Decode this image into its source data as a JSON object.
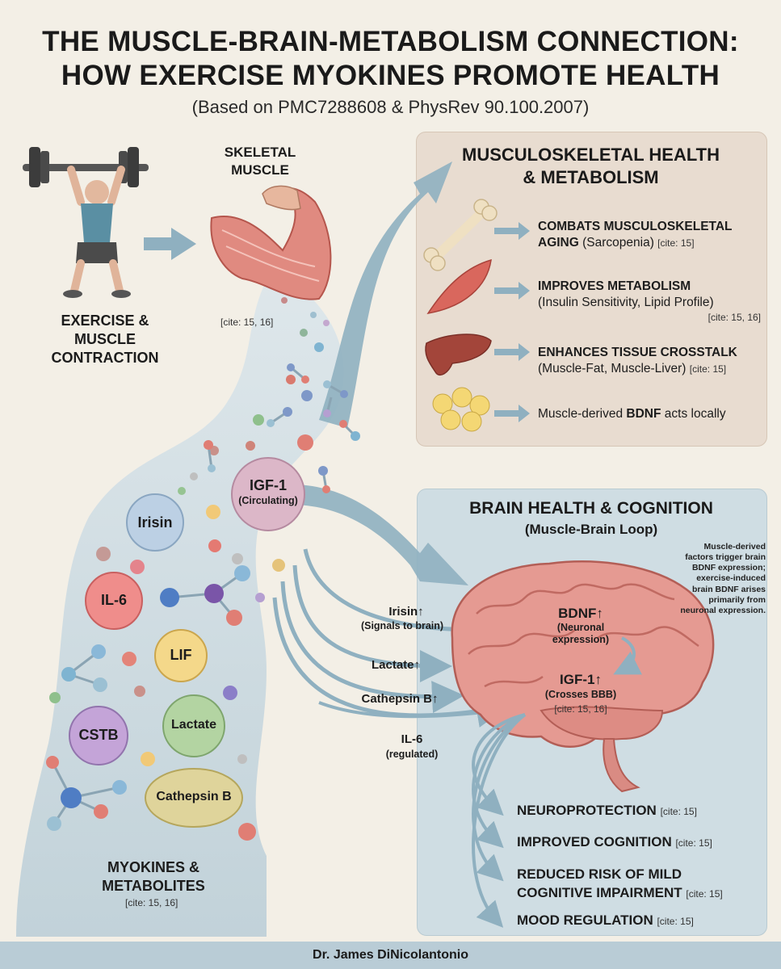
{
  "title_line1": "THE MUSCLE-BRAIN-METABOLISM CONNECTION:",
  "title_line2": "HOW EXERCISE MYOKINES PROMOTE HEALTH",
  "subtitle": "(Based on PMC7288608 & PhysRev 90.100.2007)",
  "left": {
    "skeletal_muscle": "SKELETAL MUSCLE",
    "exercise_label": "EXERCISE & MUSCLE CONTRACTION",
    "muscle_cite": "[cite: 15, 16]",
    "myokines_label": "MYOKINES & METABOLITES",
    "myokines_cite": "[cite: 15, 16]",
    "bubbles": {
      "igf1": "IGF-1",
      "igf1_sub": "(Circulating)",
      "irisin": "Irisin",
      "il6": "IL-6",
      "lif": "LIF",
      "cstb": "CSTB",
      "lactate": "Lactate",
      "cathepsin": "Cathepsin B"
    }
  },
  "signals": {
    "irisin": "Irisin↑",
    "irisin_sub": "(Signals to brain)",
    "lactate": "Lactate↑",
    "cathepsin": "Cathepsin B↑",
    "il6": "IL-6",
    "il6_sub": "(regulated)"
  },
  "panel_metabolism": {
    "heading_line1": "MUSCULOSKELETAL HEALTH",
    "heading_line2": "& METABOLISM",
    "items": [
      {
        "bold": "COMBATS MUSCULOSKELETAL",
        "bold2": "AGING",
        "rest": " (Sarcopenia)",
        "cite": "[cite: 15]"
      },
      {
        "bold": "IMPROVES METABOLISM",
        "rest": "(Insulin Sensitivity, Lipid Profile)",
        "cite": "[cite: 15, 16]"
      },
      {
        "bold": "ENHANCES TISSUE CROSSTALK",
        "rest": "(Muscle-Fat, Muscle-Liver)",
        "cite": "[cite: 15]"
      },
      {
        "pre": "Muscle-derived ",
        "bold": "BDNF",
        "rest": " acts locally"
      }
    ]
  },
  "panel_brain": {
    "heading": "BRAIN HEALTH & COGNITION",
    "subheading": "(Muscle-Brain Loop)",
    "note": "Muscle-derived factors trigger brain BDNF expression; exercise-induced brain BDNF arises primarily from neuronal expression.",
    "bdnf": "BDNF↑",
    "bdnf_sub": "(Neuronal expression)",
    "igf1": "IGF-1↑",
    "igf1_sub": "(Crosses BBB)",
    "igf1_cite": "[cite: 15, 16]",
    "outcomes": [
      {
        "label": "NEUROPROTECTION",
        "cite": "[cite: 15]"
      },
      {
        "label": "IMPROVED COGNITION",
        "cite": "[cite: 15]"
      },
      {
        "label": "REDUCED RISK OF MILD",
        "label2": "COGNITIVE IMPAIRMENT",
        "cite": "[cite: 15]"
      },
      {
        "label": "MOOD REGULATION",
        "cite": "[cite: 15]"
      }
    ]
  },
  "footer": "Dr. James DiNicolantonio",
  "colors": {
    "background": "#f3efe6",
    "stream": "#c3d3dc",
    "arrow": "#8fb0c0",
    "panel_metabolism": "#e8dcd0",
    "panel_brain": "#cfdde3",
    "brain": "#e59a92"
  }
}
